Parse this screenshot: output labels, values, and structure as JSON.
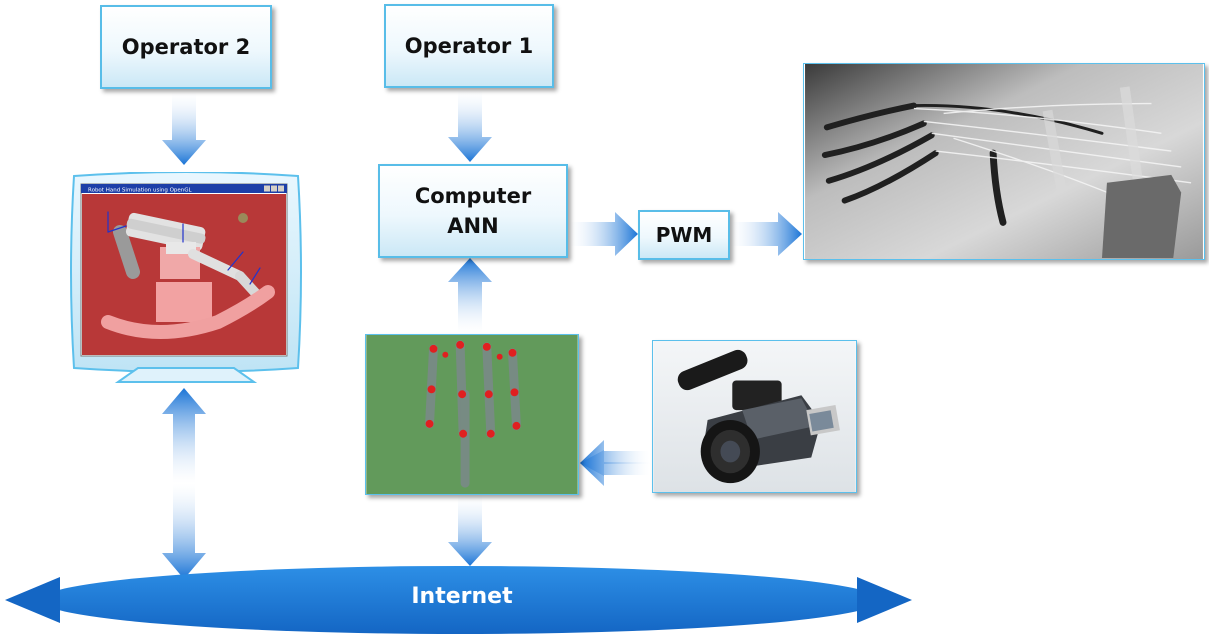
{
  "colors": {
    "accent": "#1a74d6",
    "box_border": "#58bde8",
    "sim_bg": "#b83838",
    "video_bg": "#5f9a4a"
  },
  "nodes": {
    "operator2": "Operator 2",
    "operator1": "Operator 1",
    "computer_line1": "Computer",
    "computer_line2": "ANN",
    "pwm": "PWM",
    "internet": "Internet"
  },
  "simulation_window": {
    "title": "Robot Hand Simulation using OpenGL"
  },
  "icons": [
    "monitor-icon",
    "robot-hand-photo",
    "video-camera-icon",
    "tracked-hand-video-frame"
  ]
}
